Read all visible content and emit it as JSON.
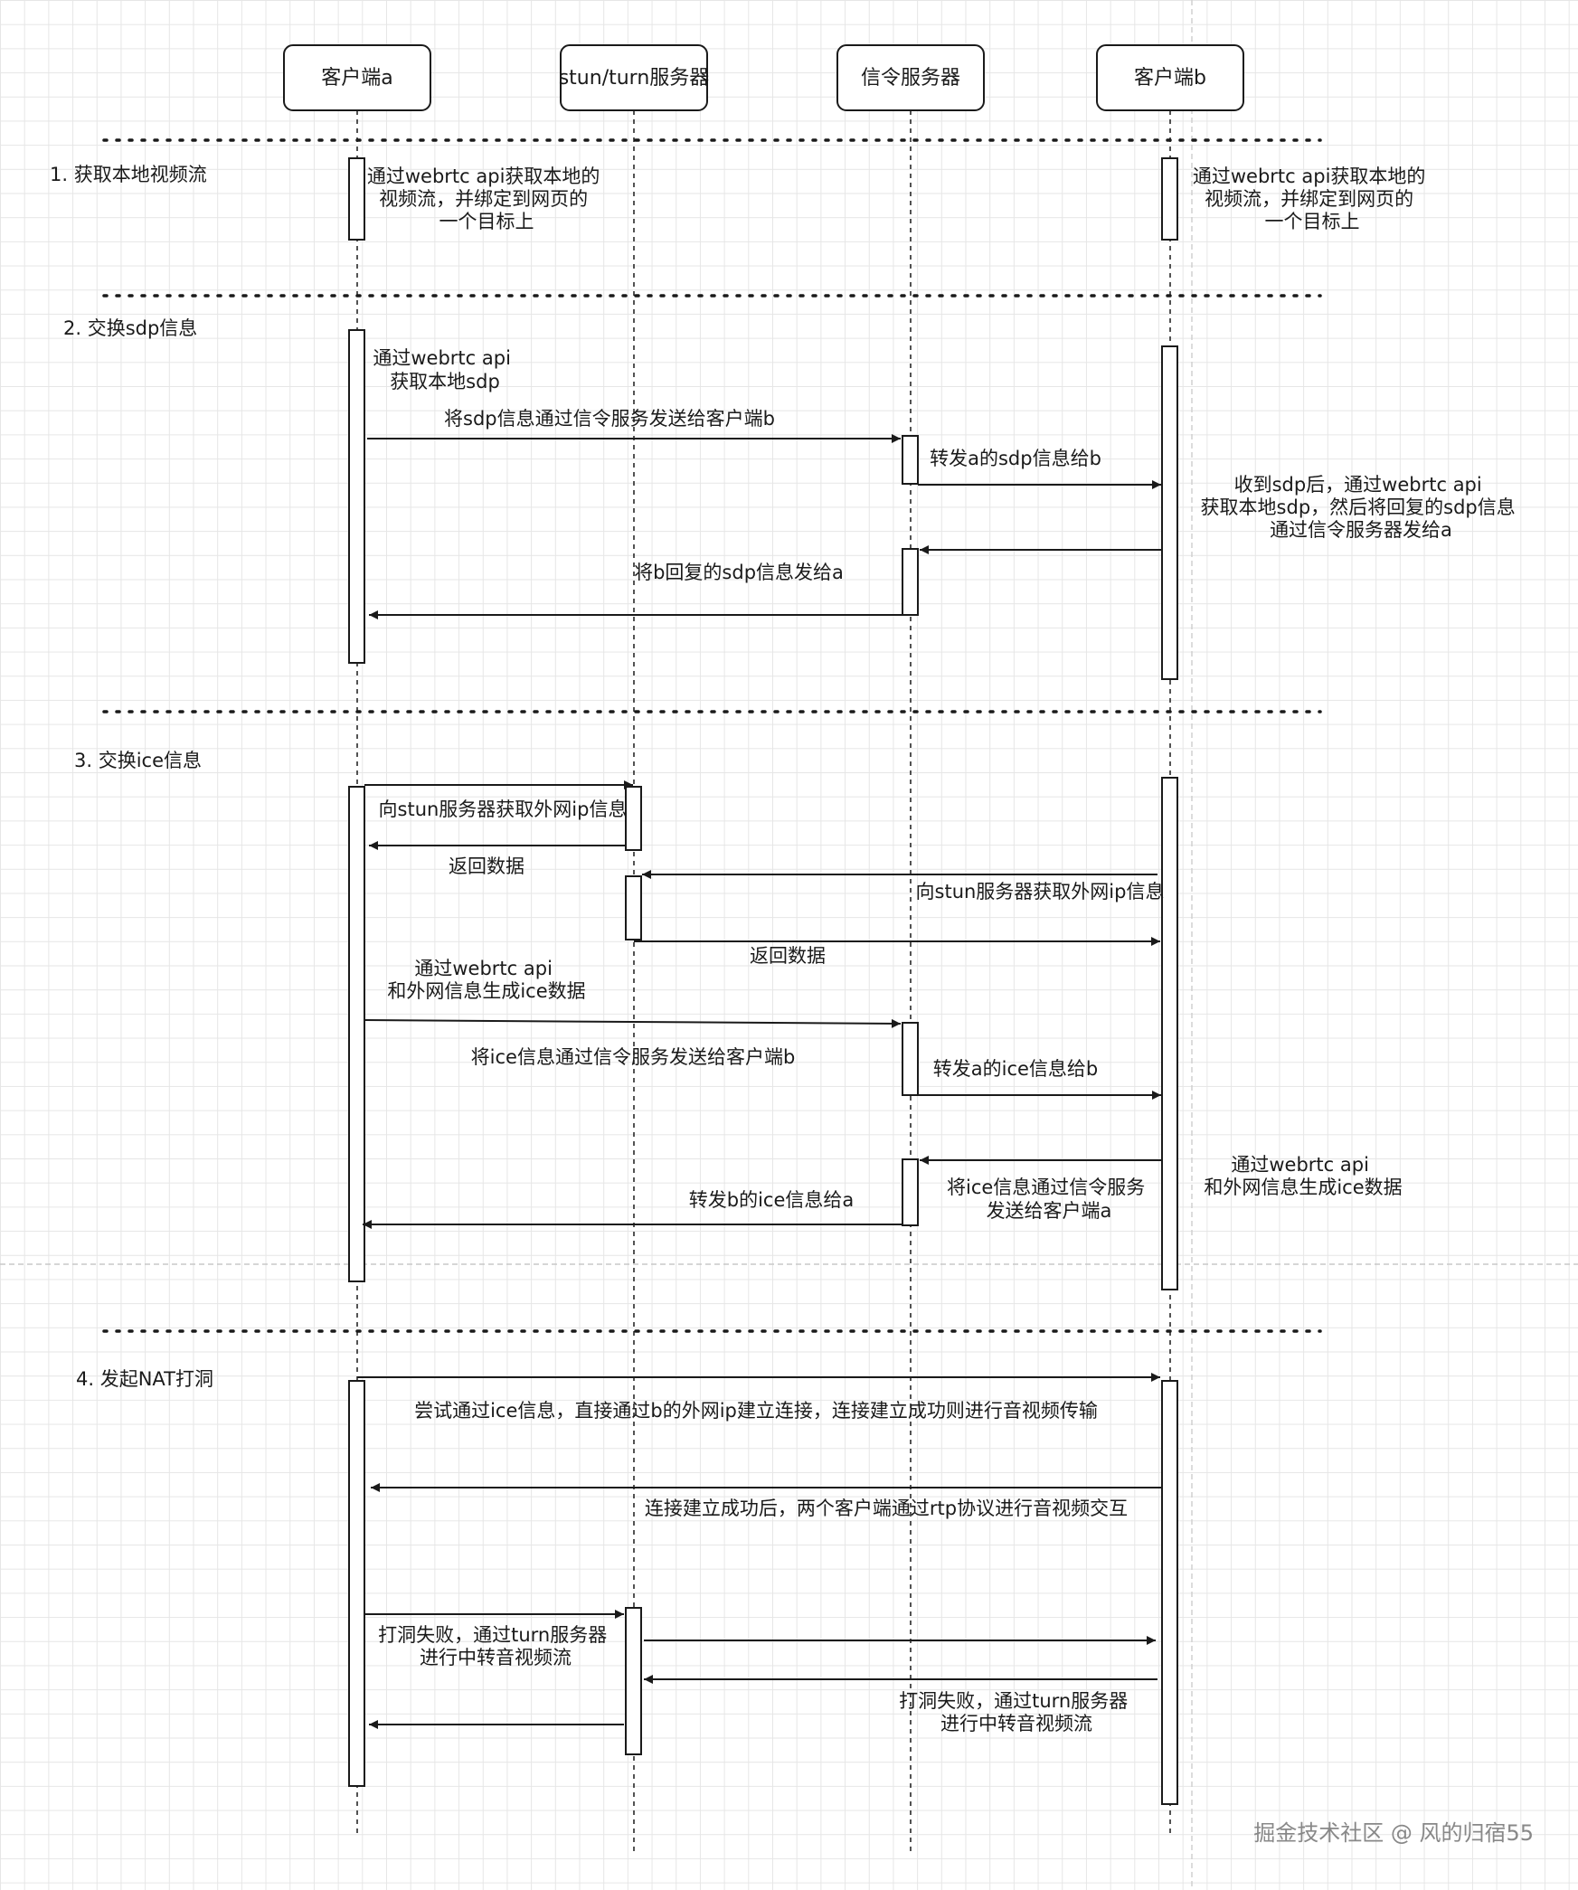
{
  "actors": [
    "客户端a",
    "stun/turn服务器",
    "信令服务器",
    "客户端b"
  ],
  "sections": [
    "1. 获取本地视频流",
    "2. 交换sdp信息",
    "3. 交换ice信息",
    "4. 发起NAT打洞"
  ],
  "notes": {
    "s1_a": [
      "通过webrtc api获取本地的",
      "视频流，并绑定到网页的",
      "一个目标上"
    ],
    "s1_b": [
      "通过webrtc api获取本地的",
      "视频流，并绑定到网页的",
      "一个目标上"
    ],
    "s2_a_sdp": [
      "通过webrtc api",
      "获取本地sdp"
    ],
    "s2_b_reply": [
      "收到sdp后，通过webrtc api",
      "获取本地sdp，然后将回复的sdp信息",
      "通过信令服务器发给a"
    ],
    "s3_a_ice": [
      "通过webrtc api",
      "和外网信息生成ice数据"
    ],
    "s3_b_ice": [
      "通过webrtc api",
      "和外网信息生成ice数据"
    ],
    "s3_b_to_signal": [
      "将ice信息通过信令服务",
      "发送给客户端a"
    ],
    "s4_turn_a": [
      "打洞失败，通过turn服务器",
      "进行中转音视频流"
    ],
    "s4_turn_b": [
      "打洞失败，通过turn服务器",
      "进行中转音视频流"
    ]
  },
  "messages": {
    "s2_a_to_signal": "将sdp信息通过信令服务发送给客户端b",
    "s2_signal_to_b": "转发a的sdp信息给b",
    "s2_signal_to_a": "将b回复的sdp信息发给a",
    "s3_a_to_stun": "向stun服务器获取外网ip信息",
    "s3_stun_to_a": "返回数据",
    "s3_b_to_stun": "向stun服务器获取外网ip信息",
    "s3_stun_to_b": "返回数据",
    "s3_a_to_signal": "将ice信息通过信令服务发送给客户端b",
    "s3_signal_to_b": "转发a的ice信息给b",
    "s3_signal_to_a": "转发b的ice信息给a",
    "s4_direct": "尝试通过ice信息，直接通过b的外网ip建立连接，连接建立成功则进行音视频传输",
    "s4_rtp": "连接建立成功后，两个客户端通过rtp协议进行音视频交互"
  },
  "watermark": "掘金技术社区 @ 风的归宿55",
  "colors": {
    "line": "#1a1a1a",
    "grid": "#e6e6e6",
    "watermark": "#888888"
  }
}
